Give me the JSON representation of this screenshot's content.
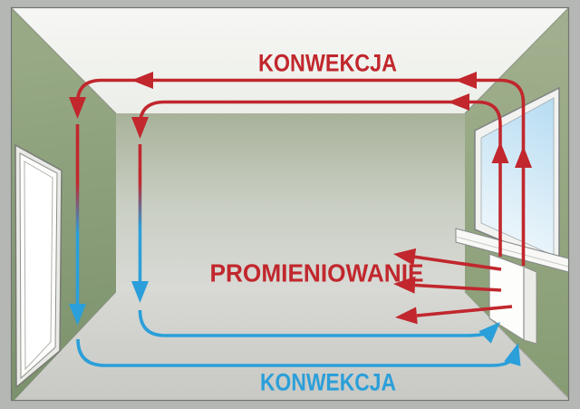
{
  "labels": {
    "convection_top": "KONWEKCJA",
    "radiation": "PROMIENIOWANIE",
    "convection_bottom": "KONWEKCJA"
  },
  "colors": {
    "warm_flow_red": "#c1272d",
    "cool_flow_blue": "#2b9fd9",
    "left_wall_green": "#879b74",
    "right_wall_green": "#93a681",
    "back_wall_gray": "#cfd3ca",
    "ceiling_white": "#f1f3ef",
    "floor_gray": "#cfd0cc",
    "frame_gray": "#b4b7b3",
    "window_glass_blue": "#c3e2f3",
    "radiator_white": "#fdfdfb"
  },
  "scene": {
    "elements": [
      "door",
      "window",
      "window-sill",
      "radiator"
    ]
  }
}
